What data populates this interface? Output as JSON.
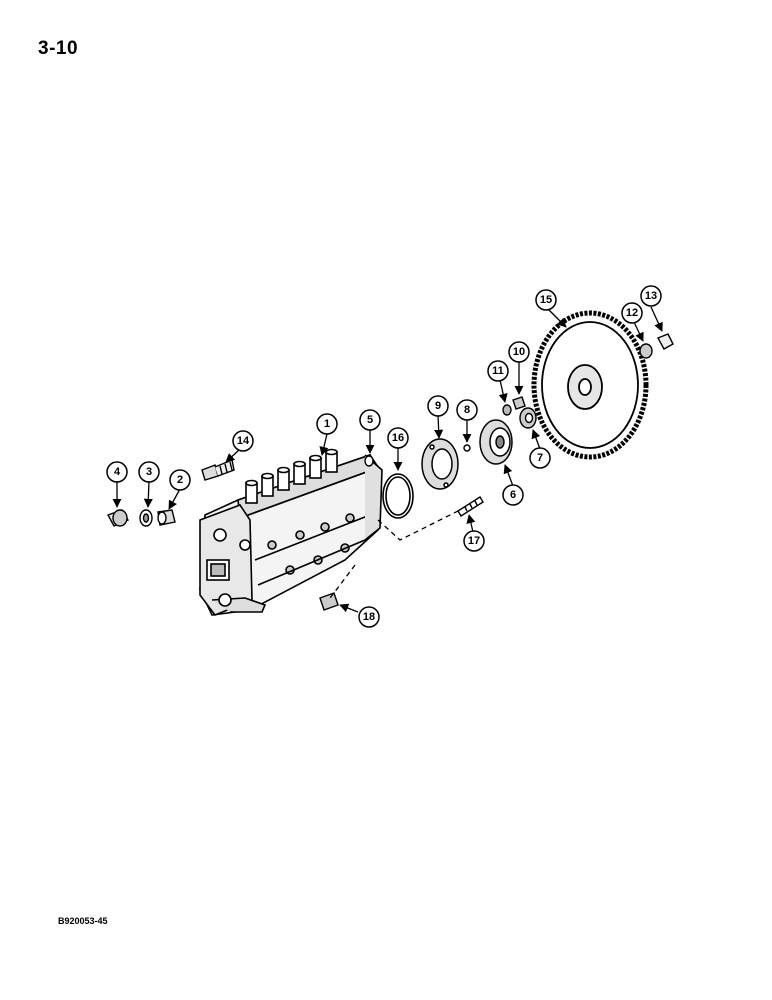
{
  "page": {
    "number": "3-10",
    "figure_id": "B920053-45"
  },
  "diagram": {
    "callouts": [
      {
        "id": "c1",
        "label": "1"
      },
      {
        "id": "c2",
        "label": "2"
      },
      {
        "id": "c3",
        "label": "3"
      },
      {
        "id": "c4",
        "label": "4"
      },
      {
        "id": "c5",
        "label": "5"
      },
      {
        "id": "c6",
        "label": "6"
      },
      {
        "id": "c7",
        "label": "7"
      },
      {
        "id": "c8",
        "label": "8"
      },
      {
        "id": "c9",
        "label": "9"
      },
      {
        "id": "c10",
        "label": "10"
      },
      {
        "id": "c11",
        "label": "11"
      },
      {
        "id": "c12",
        "label": "12"
      },
      {
        "id": "c13",
        "label": "13"
      },
      {
        "id": "c14",
        "label": "14"
      },
      {
        "id": "c15",
        "label": "15"
      },
      {
        "id": "c16",
        "label": "16"
      },
      {
        "id": "c17",
        "label": "17"
      },
      {
        "id": "c18",
        "label": "18"
      }
    ]
  }
}
